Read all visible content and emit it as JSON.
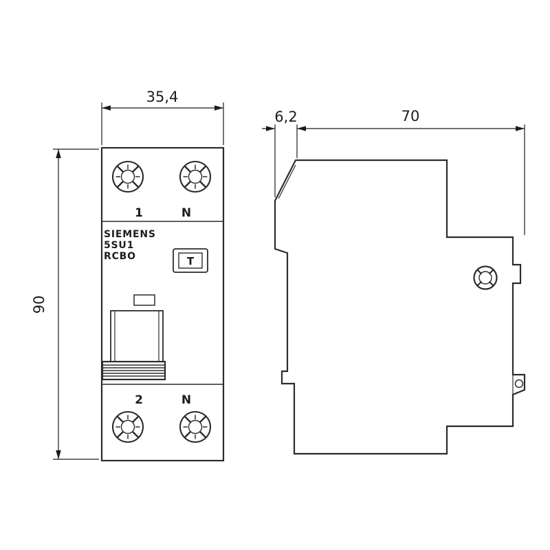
{
  "dimensions": {
    "front_width_mm": "35,4",
    "front_height_mm": "90",
    "side_offset_mm": "6,2",
    "side_depth_mm": "70"
  },
  "front_view": {
    "brand_lines": [
      "SIEMENS",
      "5SU1",
      "RCBO"
    ],
    "test_button_label": "T",
    "terminal_labels": {
      "top_left": "1",
      "top_right": "N",
      "bottom_left": "2",
      "bottom_right": "N"
    }
  },
  "colors": {
    "line": "#2b2b2b",
    "background": "#ffffff"
  }
}
